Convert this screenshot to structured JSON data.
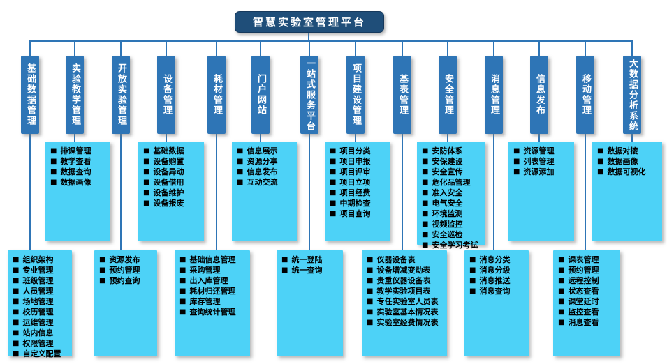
{
  "title": "智慧实验室管理平台",
  "colors": {
    "title_bg": "#1F4E79",
    "header_bg": "#2E75B6",
    "box_bg": "#4DD2F7",
    "line": "#2E75B6",
    "item_text": "#000000"
  },
  "columns": [
    {
      "label": "基础数据管理",
      "items": [
        "组织架构",
        "专业管理",
        "班级管理",
        "人员管理",
        "场地管理",
        "校历管理",
        "运维管理",
        "站内信息",
        "权限管理",
        "自定义配置"
      ]
    },
    {
      "label": "实验教学管理",
      "items": [
        "排课管理",
        "教学查看",
        "数据查询",
        "数据画像"
      ]
    },
    {
      "label": "开放实验管理",
      "items": [
        "资源发布",
        "预约管理",
        "预约查询"
      ]
    },
    {
      "label": "设备管理",
      "items": [
        "基础数据",
        "设备购置",
        "设备异动",
        "设备借用",
        "设备维护",
        "设备报废"
      ]
    },
    {
      "label": "耗材管理",
      "items": [
        "基础信息管理",
        "采购管理",
        "出入库管理",
        "耗材归还管理",
        "库存管理",
        "查询统计管理"
      ]
    },
    {
      "label": "门户网站",
      "items": [
        "信息展示",
        "资源分享",
        "信息发布",
        "互动交流"
      ]
    },
    {
      "label": "一站式服务平台",
      "items": [
        "统一登陆",
        "统一查询"
      ]
    },
    {
      "label": "项目建设管理",
      "items": [
        "项目分类",
        "项目申报",
        "项目评审",
        "项目立项",
        "项目经费",
        "中期检查",
        "项目查询"
      ]
    },
    {
      "label": "基表管理",
      "items": [
        "仪器设备表",
        "设备增减变动表",
        "贵重仪器设备表",
        "教学实验项目表",
        "专任实验室人员表",
        "实验室基本情况表",
        "实验室经费情况表"
      ]
    },
    {
      "label": "安全管理",
      "items": [
        "安防体系",
        "安保建设",
        "安全宣传",
        "危化品管理",
        "准入安全",
        "电气安全",
        "环境监测",
        "视频监控",
        "安全巡检",
        "安全学习考试"
      ]
    },
    {
      "label": "消息管理",
      "items": [
        "消息分类",
        "消息分级",
        "消息推送",
        "消息查询"
      ]
    },
    {
      "label": "信息发布",
      "items": [
        "资源管理",
        "列表管理",
        "资源添加"
      ]
    },
    {
      "label": "移动管理",
      "items": [
        "课表管理",
        "预约管理",
        "远程控制",
        "状态查看",
        "课堂延时",
        "监控查看",
        "消息查看"
      ]
    },
    {
      "label": "大数据分析系统",
      "items": [
        "数据对接",
        "数据画像",
        "数据可视化"
      ]
    }
  ]
}
